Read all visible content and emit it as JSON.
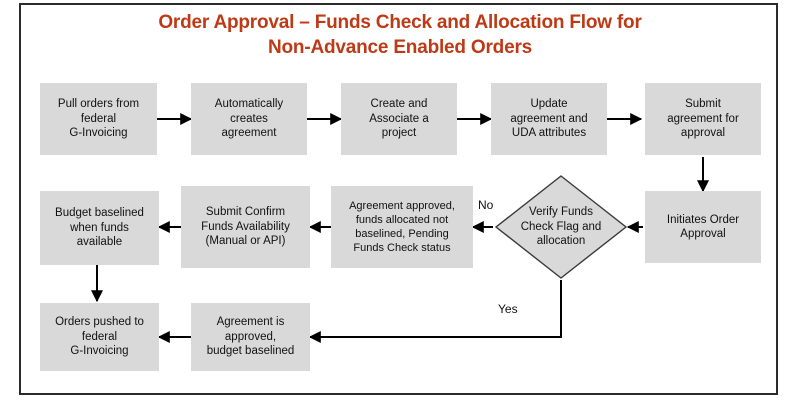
{
  "title": {
    "line1": "Order Approval – Funds Check and Allocation Flow for",
    "line2": "Non-Advance Enabled Orders",
    "color": "#BE3A17"
  },
  "theme": {
    "node_fill": "#D9D9D9",
    "node_text": "#111111",
    "edge_color": "#000000",
    "frame_color": "#2B2B2B",
    "background": "#FFFFFF"
  },
  "nodes": [
    {
      "id": "n1",
      "shape": "rect",
      "label": "Pull orders from\nfederal\nG-Invoicing"
    },
    {
      "id": "n2",
      "shape": "rect",
      "label": "Automatically\ncreates\nagreement"
    },
    {
      "id": "n3",
      "shape": "rect",
      "label": "Create and\nAssociate a\nproject"
    },
    {
      "id": "n4",
      "shape": "rect",
      "label": "Update\nagreement and\nUDA attributes"
    },
    {
      "id": "n5",
      "shape": "rect",
      "label": "Submit\nagreement for\napproval"
    },
    {
      "id": "n6",
      "shape": "rect",
      "label": "Initiates Order\nApproval"
    },
    {
      "id": "n7",
      "shape": "diamond",
      "label": "Verify Funds\nCheck Flag and\nallocation"
    },
    {
      "id": "n8",
      "shape": "rect",
      "label": "Agreement approved,\nfunds allocated not\nbaselined, Pending\nFunds Check status"
    },
    {
      "id": "n9",
      "shape": "rect",
      "label": "Submit Confirm\nFunds Availability\n(Manual or API)"
    },
    {
      "id": "n10",
      "shape": "rect",
      "label": "Budget baselined\nwhen funds\navailable"
    },
    {
      "id": "n11",
      "shape": "rect",
      "label": "Orders pushed to\nfederal\nG-Invoicing"
    },
    {
      "id": "n12",
      "shape": "rect",
      "label": "Agreement is\napproved,\nbudget baselined"
    }
  ],
  "edge_labels": {
    "no": "No",
    "yes": "Yes"
  }
}
